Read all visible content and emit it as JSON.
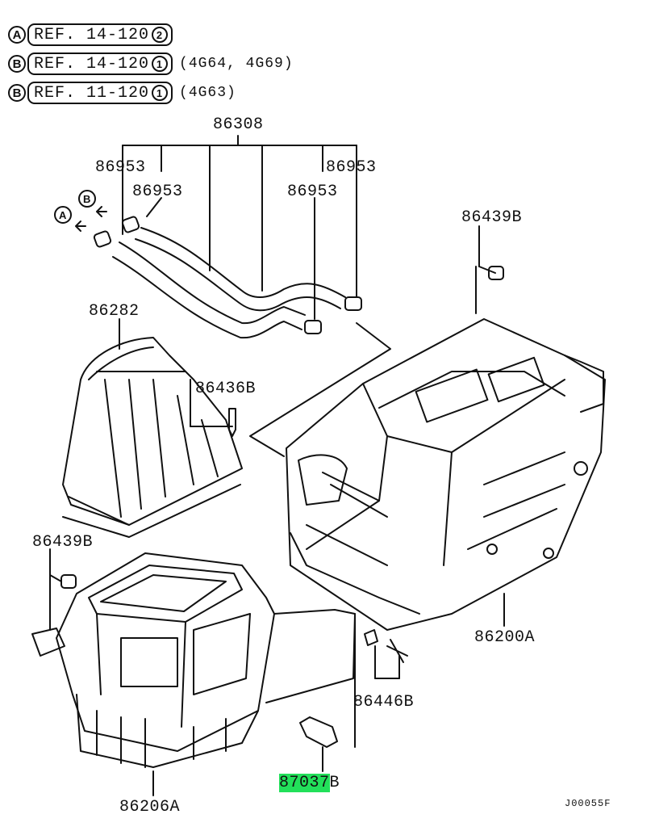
{
  "refs": [
    {
      "circle": "A",
      "text": "REF. 14-120",
      "num": "2",
      "note": ""
    },
    {
      "circle": "B",
      "text": "REF. 14-120",
      "num": "1",
      "note": "(4G64, 4G69)"
    },
    {
      "circle": "B",
      "text": "REF. 11-120",
      "num": "1",
      "note": "(4G63)"
    }
  ],
  "labels": {
    "p86308": "86308",
    "p86953_a": "86953",
    "p86953_b": "86953",
    "p86953_c": "86953",
    "p86953_d": "86953",
    "p86439B_a": "86439B",
    "p86439B_b": "86439B",
    "p86282": "86282",
    "p86436B": "86436B",
    "p86200A": "86200A",
    "p86446B": "86446B",
    "p87037_hl": "87037",
    "p87037_suffix": "B",
    "p86206A": "86206A",
    "arrow_a": "A",
    "arrow_b": "B"
  },
  "footer": {
    "code": "J00055F"
  },
  "colors": {
    "highlight": "#22e05a",
    "ink": "#111111"
  }
}
